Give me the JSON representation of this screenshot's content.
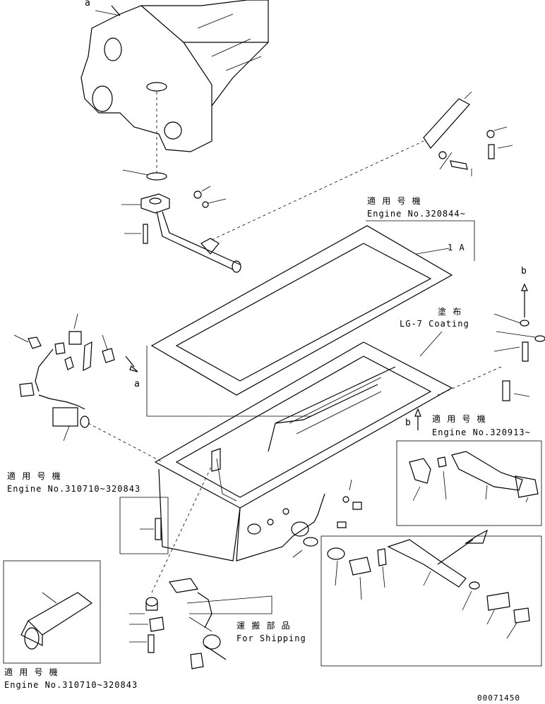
{
  "callouts": {
    "a_top": "a",
    "a_mid": "a",
    "b_right": "b",
    "b_pan": "b",
    "item_1A": "1 A"
  },
  "notes": {
    "engine_320844": {
      "jp": "適 用 号 機",
      "en": "Engine No.320844~"
    },
    "lg7": {
      "jp": "塗 布",
      "en": "LG-7 Coating"
    },
    "engine_320913": {
      "jp": "適 用 号 機",
      "en": "Engine No.320913~"
    },
    "engine_310710_a": {
      "jp": "適 用 号 機",
      "en": "Engine No.310710~320843"
    },
    "shipping": {
      "jp": "運 搬 部 品",
      "en": "For Shipping"
    },
    "engine_310710_b": {
      "jp": "適 用 号 機",
      "en": "Engine No.310710~320843"
    }
  },
  "drawing_number": "00071450"
}
